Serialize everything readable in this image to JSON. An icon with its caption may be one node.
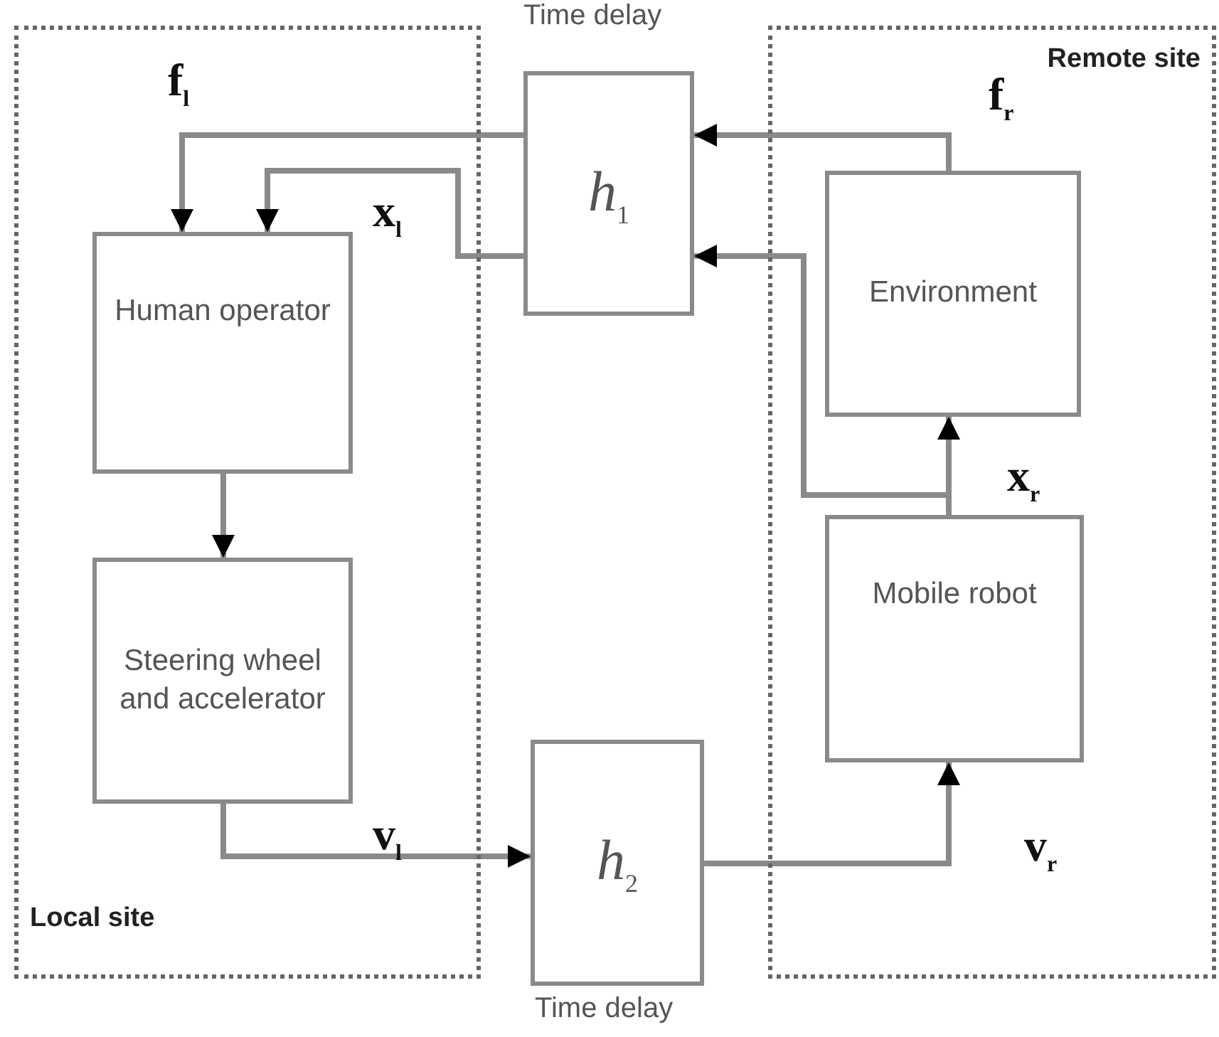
{
  "diagram": {
    "nodes": [
      {
        "text": [
          "Local site"
        ]
      },
      {
        "text": [
          "Human operator"
        ],
        "in": 0
      },
      {
        "text": [
          "Steering wheel and accelerator"
        ],
        "in": 0
      },
      {
        "text": [
          "*h*$_{1}$"
        ],
        "beside": [
          "Time delay"
        ]
      },
      {
        "text": [
          "*h*$_{2}$"
        ],
        "beside": [
          "Time delay"
        ]
      },
      {
        "text": [
          "Remote site"
        ]
      },
      {
        "text": [
          "Environment"
        ],
        "in": 5
      },
      {
        "text": [
          "Mobile robot"
        ],
        "in": 5
      }
    ],
    "edges": [
      {
        "from": 3,
        "to": 1,
        "arrow": "to",
        "label": "f$_{l}$"
      },
      {
        "from": 3,
        "to": 1,
        "arrow": "to",
        "label": "x$_{l}$"
      },
      {
        "from": 1,
        "to": 2,
        "arrow": "to"
      },
      {
        "from": 2,
        "to": 4,
        "arrow": "to",
        "label": "v$_{l}$"
      },
      {
        "from": 4,
        "to": 7,
        "arrow": "to",
        "label": "v$_{r}$"
      },
      {
        "from": 7,
        "to": 6,
        "arrow": "to",
        "label": "x$_{r}$"
      },
      {
        "from": 7,
        "to": 3,
        "arrow": "to"
      },
      {
        "from": 6,
        "to": 3,
        "arrow": "to",
        "label": "f$_{r}$"
      }
    ]
  }
}
